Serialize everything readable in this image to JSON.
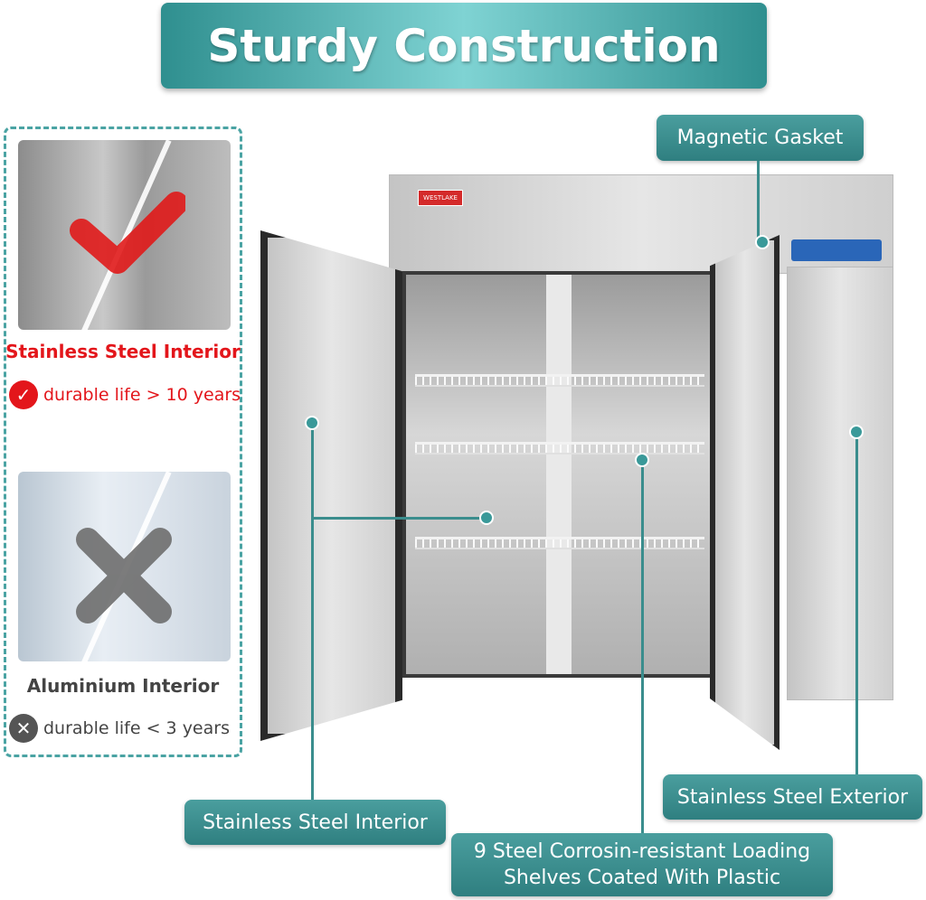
{
  "title": "Sturdy Construction",
  "comparison": {
    "good": {
      "label": "Stainless Steel Interior",
      "note": "durable life > 10 years",
      "icon": "check-icon",
      "color": "#e3161b"
    },
    "bad": {
      "label": "Aluminium Interior",
      "note": "durable life < 3 years",
      "icon": "cross-icon",
      "color": "#555555"
    }
  },
  "product": {
    "brand": "WESTLAKE"
  },
  "callouts": {
    "gasket": "Magnetic Gasket",
    "exterior": "Stainless Steel Exterior",
    "interior": "Stainless Steel Interior",
    "shelves_line1": "9 Steel Corrosin-resistant Loading",
    "shelves_line2": "Shelves Coated With Plastic"
  },
  "colors": {
    "accent": "#3a8d8d",
    "good": "#e3161b",
    "bad": "#555555"
  }
}
